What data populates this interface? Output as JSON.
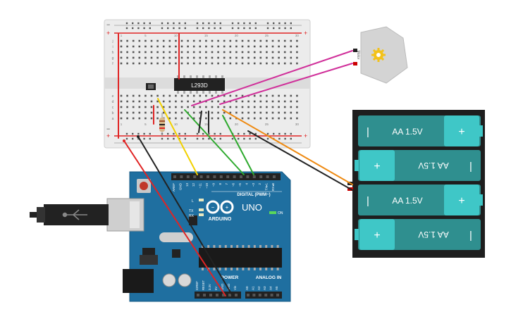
{
  "breadboard": {
    "rail_plus": "+",
    "rail_minus": "−",
    "row_letters_top": [
      "j",
      "i",
      "h",
      "g",
      "f"
    ],
    "row_letters_bottom": [
      "e",
      "d",
      "c",
      "b",
      "a"
    ],
    "col_numbers": [
      "1",
      "5",
      "10",
      "15",
      "20",
      "25",
      "30"
    ]
  },
  "chip": {
    "label": "L293D"
  },
  "motor": {
    "label": "Motor"
  },
  "battery_pack": {
    "cells": [
      {
        "label": "AA 1.5V",
        "orientation": "normal",
        "plus": "+",
        "minus": "|"
      },
      {
        "label": "AA 1.5V",
        "orientation": "flipped",
        "plus": "+",
        "minus": "|"
      },
      {
        "label": "AA 1.5V",
        "orientation": "normal",
        "plus": "+",
        "minus": "|"
      },
      {
        "label": "AA 1.5V",
        "orientation": "flipped",
        "plus": "+",
        "minus": "|"
      }
    ]
  },
  "arduino": {
    "brand": "ARDUINO",
    "model": "UNO",
    "digital_label": "DIGITAL (PWM~)",
    "power_label": "POWER",
    "analog_label": "ANALOG IN",
    "on_label": "ON",
    "led_l": "L",
    "led_tx": "TX",
    "led_rx": "RX",
    "digital_pins": [
      "AREF",
      "GND",
      "13",
      "12",
      "~11",
      "~10",
      "~9",
      "8",
      "7",
      "~6",
      "~5",
      "4",
      "~3",
      "2",
      "TX▸1",
      "RX◂0"
    ],
    "power_pins": [
      "IOREF",
      "RESET",
      "3.3V",
      "5V",
      "GND",
      "GND",
      "Vin"
    ],
    "analog_pins": [
      "A0",
      "A1",
      "A2",
      "A3",
      "A4",
      "A5"
    ]
  },
  "colors": {
    "board_blue": "#1f6fa0",
    "breadboard": "#eeeeee",
    "wire_red": "#e02424",
    "wire_black": "#222222",
    "wire_yellow": "#f2d100",
    "wire_green": "#2eaa2e",
    "wire_magenta": "#d0309a",
    "wire_orange": "#ee8a12",
    "battery_teal": "#2f8f8f",
    "battery_cap": "#3fc7c7"
  }
}
